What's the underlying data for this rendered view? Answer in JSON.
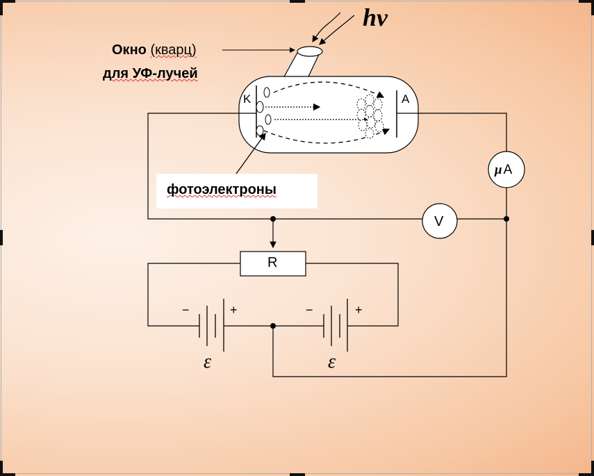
{
  "formula": {
    "hv": "hv"
  },
  "window_label": {
    "bold": "Окно",
    "normal": "(кварц)",
    "line2": "для УФ-лучей"
  },
  "photoelectrons_label": "фотоэлектроны",
  "tube": {
    "cathode": "K",
    "anode": "A"
  },
  "meters": {
    "microammeter": "A",
    "micro_symbol": "μ",
    "voltmeter": "V"
  },
  "resistor": "R",
  "battery_left": {
    "minus": "−",
    "plus": "+",
    "emf": "ε"
  },
  "battery_right": {
    "minus": "−",
    "plus": "+",
    "emf": "ε"
  }
}
